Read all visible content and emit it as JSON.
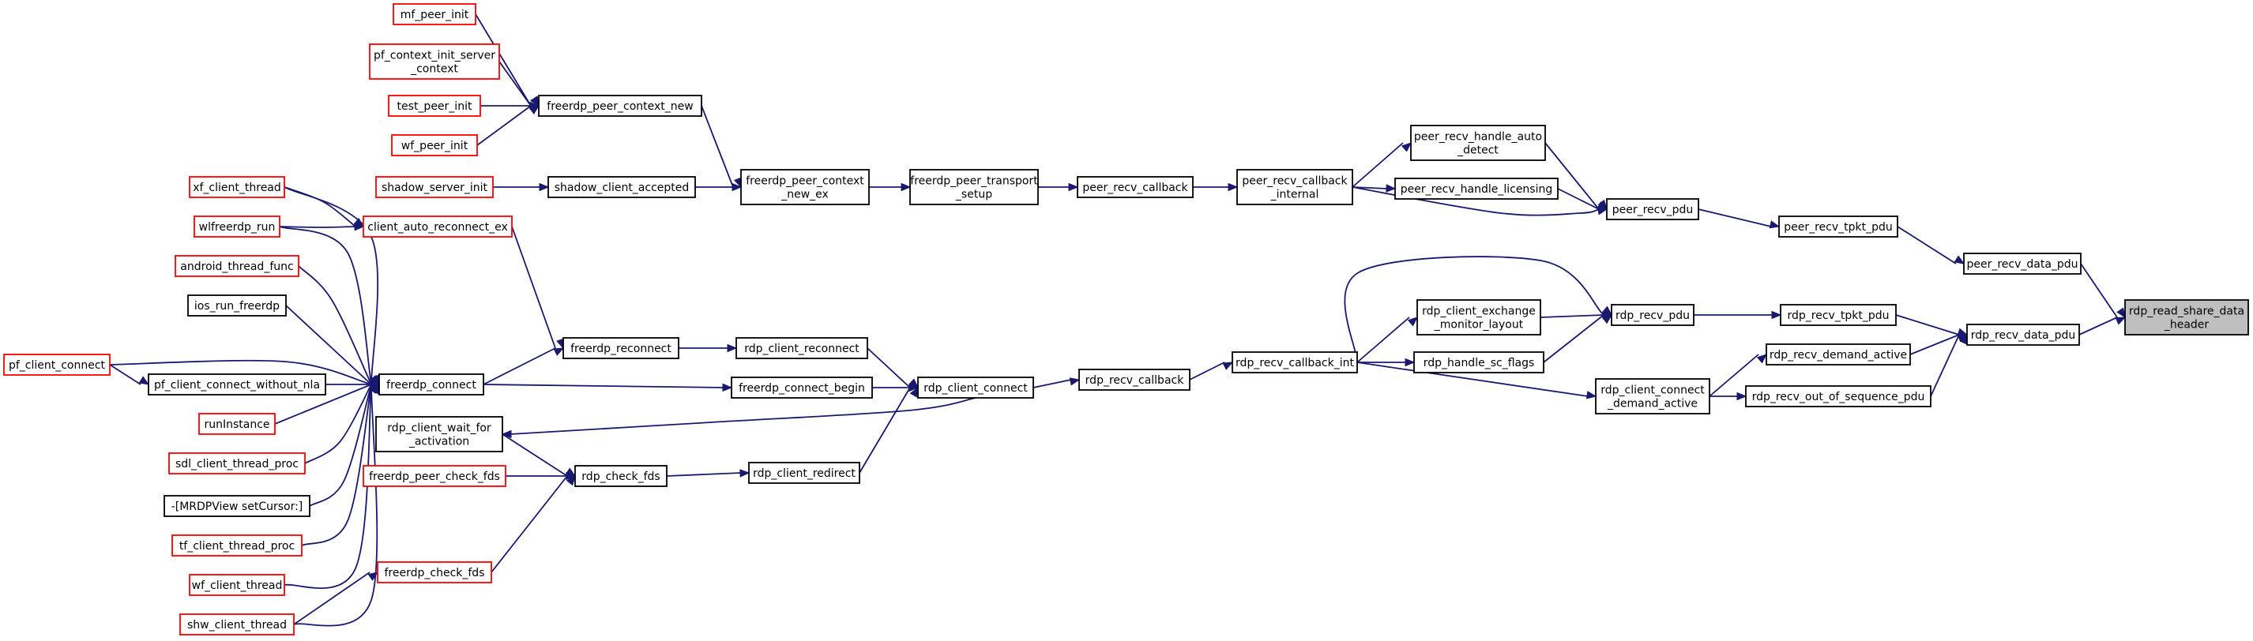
{
  "nodes": [
    {
      "id": "mf_peer_init",
      "lines": [
        "mf_peer_init"
      ],
      "style": "trunc"
    },
    {
      "id": "pf_context_init_server_context",
      "lines": [
        "pf_context_init_server",
        "_context"
      ],
      "style": "trunc"
    },
    {
      "id": "test_peer_init",
      "lines": [
        "test_peer_init"
      ],
      "style": "trunc"
    },
    {
      "id": "wf_peer_init",
      "lines": [
        "wf_peer_init"
      ],
      "style": "trunc"
    },
    {
      "id": "freerdp_peer_context_new",
      "lines": [
        "freerdp_peer_context_new"
      ],
      "style": "plain"
    },
    {
      "id": "xf_client_thread",
      "lines": [
        "xf_client_thread"
      ],
      "style": "trunc"
    },
    {
      "id": "wlfreerdp_run",
      "lines": [
        "wlfreerdp_run"
      ],
      "style": "trunc"
    },
    {
      "id": "android_thread_func",
      "lines": [
        "android_thread_func"
      ],
      "style": "trunc"
    },
    {
      "id": "ios_run_freerdp",
      "lines": [
        "ios_run_freerdp"
      ],
      "style": "plain"
    },
    {
      "id": "pf_client_connect",
      "lines": [
        "pf_client_connect"
      ],
      "style": "trunc"
    },
    {
      "id": "runInstance",
      "lines": [
        "runInstance"
      ],
      "style": "trunc"
    },
    {
      "id": "sdl_client_thread_proc",
      "lines": [
        "sdl_client_thread_proc"
      ],
      "style": "trunc"
    },
    {
      "id": "mrdpview_setcursor",
      "lines": [
        "-[MRDPView setCursor:]"
      ],
      "style": "plain"
    },
    {
      "id": "tf_client_thread_proc",
      "lines": [
        "tf_client_thread_proc"
      ],
      "style": "trunc"
    },
    {
      "id": "wf_client_thread",
      "lines": [
        "wf_client_thread"
      ],
      "style": "trunc"
    },
    {
      "id": "shw_client_thread",
      "lines": [
        "shw_client_thread"
      ],
      "style": "trunc"
    },
    {
      "id": "pf_client_connect_without_nla",
      "lines": [
        "pf_client_connect_without_nla"
      ],
      "style": "plain"
    },
    {
      "id": "client_auto_reconnect_ex",
      "lines": [
        "client_auto_reconnect_ex"
      ],
      "style": "trunc"
    },
    {
      "id": "shadow_server_init",
      "lines": [
        "shadow_server_init"
      ],
      "style": "trunc"
    },
    {
      "id": "shadow_client_accepted",
      "lines": [
        "shadow_client_accepted"
      ],
      "style": "plain"
    },
    {
      "id": "freerdp_connect",
      "lines": [
        "freerdp_connect"
      ],
      "style": "plain"
    },
    {
      "id": "rdp_client_wait_for_activation",
      "lines": [
        "rdp_client_wait_for",
        "_activation"
      ],
      "style": "plain"
    },
    {
      "id": "freerdp_peer_check_fds",
      "lines": [
        "freerdp_peer_check_fds"
      ],
      "style": "trunc"
    },
    {
      "id": "freerdp_check_fds",
      "lines": [
        "freerdp_check_fds"
      ],
      "style": "trunc"
    },
    {
      "id": "freerdp_reconnect",
      "lines": [
        "freerdp_reconnect"
      ],
      "style": "plain"
    },
    {
      "id": "rdp_check_fds",
      "lines": [
        "rdp_check_fds"
      ],
      "style": "plain"
    },
    {
      "id": "freerdp_peer_context_new_ex",
      "lines": [
        "freerdp_peer_context",
        "_new_ex"
      ],
      "style": "plain"
    },
    {
      "id": "rdp_client_reconnect",
      "lines": [
        "rdp_client_reconnect"
      ],
      "style": "plain"
    },
    {
      "id": "freerdp_connect_begin",
      "lines": [
        "freerdp_connect_begin"
      ],
      "style": "plain"
    },
    {
      "id": "rdp_client_redirect",
      "lines": [
        "rdp_client_redirect"
      ],
      "style": "plain"
    },
    {
      "id": "freerdp_peer_transport_setup",
      "lines": [
        "freerdp_peer_transport",
        "_setup"
      ],
      "style": "plain"
    },
    {
      "id": "rdp_client_connect",
      "lines": [
        "rdp_client_connect"
      ],
      "style": "plain"
    },
    {
      "id": "peer_recv_callback",
      "lines": [
        "peer_recv_callback"
      ],
      "style": "plain"
    },
    {
      "id": "rdp_recv_callback",
      "lines": [
        "rdp_recv_callback"
      ],
      "style": "plain"
    },
    {
      "id": "peer_recv_callback_internal",
      "lines": [
        "peer_recv_callback",
        "_internal"
      ],
      "style": "plain"
    },
    {
      "id": "rdp_recv_callback_int",
      "lines": [
        "rdp_recv_callback_int"
      ],
      "style": "plain"
    },
    {
      "id": "peer_recv_handle_auto_detect",
      "lines": [
        "peer_recv_handle_auto",
        "_detect"
      ],
      "style": "plain"
    },
    {
      "id": "peer_recv_handle_licensing",
      "lines": [
        "peer_recv_handle_licensing"
      ],
      "style": "plain"
    },
    {
      "id": "rdp_client_exchange_monitor_layout",
      "lines": [
        "rdp_client_exchange",
        "_monitor_layout"
      ],
      "style": "plain"
    },
    {
      "id": "rdp_handle_sc_flags",
      "lines": [
        "rdp_handle_sc_flags"
      ],
      "style": "plain"
    },
    {
      "id": "rdp_client_connect_demand_active",
      "lines": [
        "rdp_client_connect",
        "_demand_active"
      ],
      "style": "plain"
    },
    {
      "id": "peer_recv_pdu",
      "lines": [
        "peer_recv_pdu"
      ],
      "style": "plain"
    },
    {
      "id": "rdp_recv_pdu",
      "lines": [
        "rdp_recv_pdu"
      ],
      "style": "plain"
    },
    {
      "id": "peer_recv_tpkt_pdu",
      "lines": [
        "peer_recv_tpkt_pdu"
      ],
      "style": "plain"
    },
    {
      "id": "rdp_recv_tpkt_pdu",
      "lines": [
        "rdp_recv_tpkt_pdu"
      ],
      "style": "plain"
    },
    {
      "id": "rdp_recv_demand_active",
      "lines": [
        "rdp_recv_demand_active"
      ],
      "style": "plain"
    },
    {
      "id": "rdp_recv_out_of_sequence_pdu",
      "lines": [
        "rdp_recv_out_of_sequence_pdu"
      ],
      "style": "plain"
    },
    {
      "id": "peer_recv_data_pdu",
      "lines": [
        "peer_recv_data_pdu"
      ],
      "style": "plain"
    },
    {
      "id": "rdp_recv_data_pdu",
      "lines": [
        "rdp_recv_data_pdu"
      ],
      "style": "plain"
    },
    {
      "id": "rdp_read_share_data_header",
      "lines": [
        "rdp_read_share_data",
        "_header"
      ],
      "style": "root"
    }
  ],
  "edges": [
    [
      "mf_peer_init",
      "freerdp_peer_context_new"
    ],
    [
      "pf_context_init_server_context",
      "freerdp_peer_context_new"
    ],
    [
      "test_peer_init",
      "freerdp_peer_context_new"
    ],
    [
      "wf_peer_init",
      "freerdp_peer_context_new"
    ],
    [
      "freerdp_peer_context_new",
      "freerdp_peer_context_new_ex"
    ],
    [
      "shadow_server_init",
      "shadow_client_accepted"
    ],
    [
      "shadow_client_accepted",
      "freerdp_peer_context_new_ex"
    ],
    [
      "freerdp_peer_context_new_ex",
      "freerdp_peer_transport_setup"
    ],
    [
      "freerdp_peer_transport_setup",
      "peer_recv_callback"
    ],
    [
      "peer_recv_callback",
      "peer_recv_callback_internal"
    ],
    [
      "peer_recv_callback_internal",
      "peer_recv_handle_auto_detect"
    ],
    [
      "peer_recv_callback_internal",
      "peer_recv_handle_licensing"
    ],
    [
      "peer_recv_callback_internal",
      "peer_recv_pdu"
    ],
    [
      "peer_recv_handle_auto_detect",
      "peer_recv_pdu"
    ],
    [
      "peer_recv_handle_licensing",
      "peer_recv_pdu"
    ],
    [
      "peer_recv_pdu",
      "peer_recv_tpkt_pdu"
    ],
    [
      "peer_recv_tpkt_pdu",
      "peer_recv_data_pdu"
    ],
    [
      "peer_recv_data_pdu",
      "rdp_read_share_data_header"
    ],
    [
      "xf_client_thread",
      "client_auto_reconnect_ex"
    ],
    [
      "xf_client_thread",
      "freerdp_connect"
    ],
    [
      "wlfreerdp_run",
      "client_auto_reconnect_ex"
    ],
    [
      "wlfreerdp_run",
      "freerdp_connect"
    ],
    [
      "android_thread_func",
      "freerdp_connect"
    ],
    [
      "ios_run_freerdp",
      "freerdp_connect"
    ],
    [
      "pf_client_connect",
      "freerdp_connect"
    ],
    [
      "pf_client_connect",
      "pf_client_connect_without_nla"
    ],
    [
      "pf_client_connect_without_nla",
      "freerdp_connect"
    ],
    [
      "runInstance",
      "freerdp_connect"
    ],
    [
      "sdl_client_thread_proc",
      "freerdp_connect"
    ],
    [
      "mrdpview_setcursor",
      "freerdp_connect"
    ],
    [
      "tf_client_thread_proc",
      "freerdp_connect"
    ],
    [
      "wf_client_thread",
      "freerdp_connect"
    ],
    [
      "shw_client_thread",
      "freerdp_connect"
    ],
    [
      "shw_client_thread",
      "freerdp_check_fds"
    ],
    [
      "client_auto_reconnect_ex",
      "freerdp_reconnect"
    ],
    [
      "freerdp_connect",
      "freerdp_reconnect"
    ],
    [
      "freerdp_connect",
      "freerdp_connect_begin"
    ],
    [
      "freerdp_reconnect",
      "rdp_client_reconnect"
    ],
    [
      "rdp_client_reconnect",
      "rdp_client_connect"
    ],
    [
      "freerdp_connect_begin",
      "rdp_client_connect"
    ],
    [
      "rdp_client_connect",
      "rdp_client_wait_for_activation"
    ],
    [
      "rdp_client_wait_for_activation",
      "rdp_check_fds"
    ],
    [
      "freerdp_peer_check_fds",
      "rdp_check_fds"
    ],
    [
      "freerdp_check_fds",
      "rdp_check_fds"
    ],
    [
      "rdp_check_fds",
      "rdp_client_redirect"
    ],
    [
      "rdp_client_redirect",
      "rdp_client_connect"
    ],
    [
      "rdp_client_connect",
      "rdp_recv_callback"
    ],
    [
      "rdp_recv_callback",
      "rdp_recv_callback_int"
    ],
    [
      "rdp_recv_callback_int",
      "rdp_client_exchange_monitor_layout"
    ],
    [
      "rdp_recv_callback_int",
      "rdp_handle_sc_flags"
    ],
    [
      "rdp_recv_callback_int",
      "rdp_recv_pdu"
    ],
    [
      "rdp_recv_callback_int",
      "rdp_client_connect_demand_active"
    ],
    [
      "rdp_client_exchange_monitor_layout",
      "rdp_recv_pdu"
    ],
    [
      "rdp_handle_sc_flags",
      "rdp_recv_pdu"
    ],
    [
      "rdp_client_connect_demand_active",
      "rdp_recv_demand_active"
    ],
    [
      "rdp_client_connect_demand_active",
      "rdp_recv_out_of_sequence_pdu"
    ],
    [
      "rdp_recv_pdu",
      "rdp_recv_tpkt_pdu"
    ],
    [
      "rdp_recv_tpkt_pdu",
      "rdp_recv_data_pdu"
    ],
    [
      "rdp_recv_demand_active",
      "rdp_recv_data_pdu"
    ],
    [
      "rdp_recv_out_of_sequence_pdu",
      "rdp_recv_data_pdu"
    ],
    [
      "rdp_recv_data_pdu",
      "rdp_read_share_data_header"
    ]
  ]
}
